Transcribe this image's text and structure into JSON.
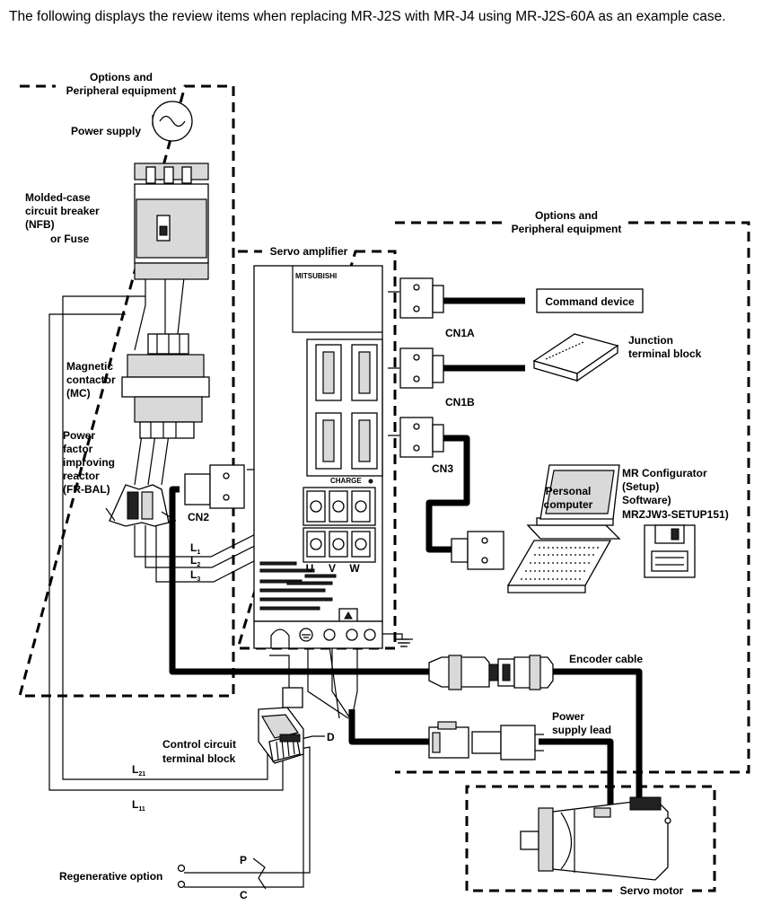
{
  "intro": "The following displays the review items when replacing MR-J2S with MR-J4 using MR-J2S-60A as an example case.",
  "labels": {
    "options_left_1": "Options and",
    "options_left_2": "Peripheral equipment",
    "power_supply": "Power supply",
    "breaker_1": "Molded-case",
    "breaker_2": "circuit breaker",
    "breaker_3": "(NFB)",
    "breaker_4": "or Fuse",
    "mc_1": "Magnetic",
    "mc_2": "contactor",
    "mc_3": "(MC)",
    "pf_1": "Power",
    "pf_2": "factor",
    "pf_3": "improving",
    "pf_4": "reactor",
    "pf_5": "(FR-BAL)",
    "cn2": "CN2",
    "l1": "L",
    "l1_sub": "1",
    "l2": "L",
    "l2_sub": "2",
    "l3": "L",
    "l3_sub": "3",
    "servo_amplifier": "Servo amplifier",
    "mitsubishi": "MITSUBISHI",
    "charge": "CHARGE",
    "u": "U",
    "v": "V",
    "w": "W",
    "options_right_1": "Options and",
    "options_right_2": "Peripheral equipment",
    "command_device": "Command device",
    "cn1a": "CN1A",
    "junction_1": "Junction",
    "junction_2": "terminal block",
    "cn1b": "CN1B",
    "cn3": "CN3",
    "pc_1": "Personal",
    "pc_2": "computer",
    "mrc_1": "MR Configurator",
    "mrc_2": "(Setup)",
    "mrc_3": "Software)",
    "mrc_4": "MRZJW3-SETUP151)",
    "encoder_cable": "Encoder cable",
    "power_lead_1": "Power",
    "power_lead_2": "supply lead",
    "d": "D",
    "control_1": "Control circuit",
    "control_2": "terminal block",
    "l21": "L",
    "l21_sub": "21",
    "l11": "L",
    "l11_sub": "11",
    "regen": "Regenerative option",
    "p": "P",
    "c": "C",
    "servo_motor": "Servo motor"
  },
  "icons": {
    "power_supply": "ac-sine-icon",
    "floppy": "floppy-disk-icon",
    "ground": "ground-icon"
  }
}
